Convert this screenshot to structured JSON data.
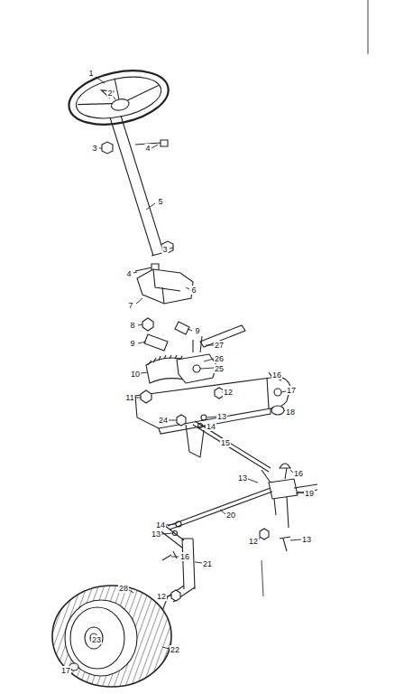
{
  "diagram": {
    "labels": [
      "1",
      "2",
      "3",
      "4",
      "5",
      "3",
      "4",
      "6",
      "7",
      "8",
      "9",
      "9",
      "27",
      "10",
      "26",
      "25",
      "11",
      "12",
      "16",
      "17",
      "18",
      "13",
      "24",
      "14",
      "15",
      "16",
      "13",
      "19",
      "20",
      "12",
      "13",
      "14",
      "13",
      "21",
      "28",
      "12",
      "16",
      "23",
      "22",
      "17"
    ]
  }
}
